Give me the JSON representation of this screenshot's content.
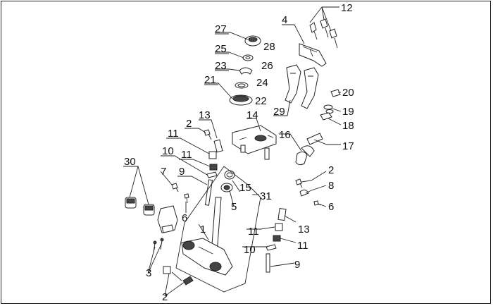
{
  "diagram": {
    "labels": [
      "1",
      "2",
      "2",
      "2",
      "3",
      "4",
      "5",
      "6",
      "6",
      "7",
      "8",
      "9",
      "9",
      "10",
      "10",
      "11",
      "11",
      "11",
      "11",
      "12",
      "13",
      "13",
      "14",
      "15",
      "16",
      "17",
      "18",
      "19",
      "20",
      "21",
      "22",
      "23",
      "24",
      "25",
      "26",
      "27",
      "28",
      "29",
      "30",
      "31"
    ]
  },
  "colors": {
    "line": "#222222",
    "background": "#ffffff",
    "fill_dark": "#444444"
  }
}
